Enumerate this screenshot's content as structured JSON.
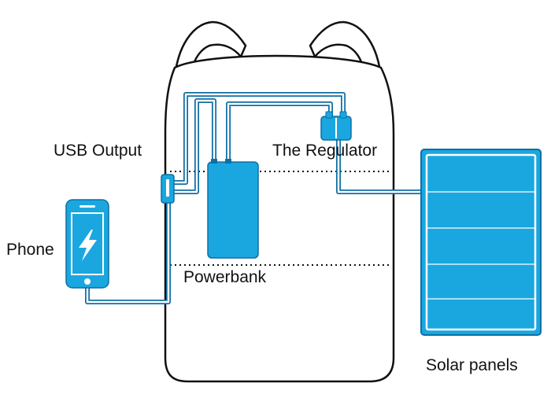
{
  "labels": {
    "usb_output": "USB Output",
    "regulator": "The Regulator",
    "phone": "Phone",
    "powerbank": "Powerbank",
    "solar_panels": "Solar panels"
  },
  "colors": {
    "accent": "#1aa7e0",
    "accent_dark": "#0f6fa3",
    "outline": "#111111",
    "background": "#ffffff",
    "text": "#111111"
  },
  "icons": {
    "phone_screen": "lightning-bolt-icon",
    "backpack": "backpack-outline-icon"
  }
}
